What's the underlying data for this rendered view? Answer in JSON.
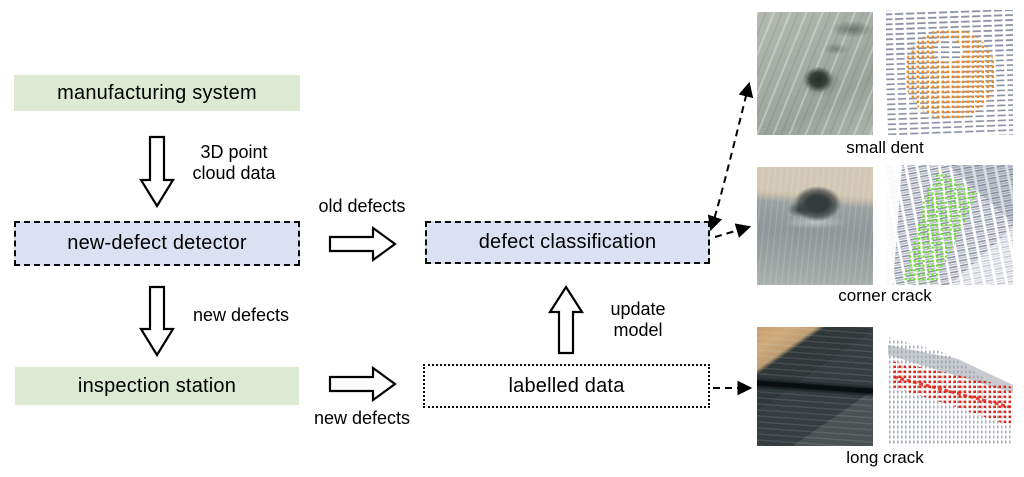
{
  "figure": {
    "nodes": {
      "manufacturing_system": "manufacturing system",
      "new_defect_detector": "new-defect detector",
      "defect_classification": "defect classification",
      "inspection_station": "inspection station",
      "labelled_data": "labelled data"
    },
    "edge_labels": {
      "cloud_line1": "3D point",
      "cloud_line2": "cloud data",
      "old_defects": "old defects",
      "new_defects_down": "new defects",
      "update_line1": "update",
      "update_line2": "model",
      "new_defects_right": "new defects"
    },
    "examples": [
      {
        "label": "small dent",
        "accent": "#f08a1e"
      },
      {
        "label": "corner crack",
        "accent": "#6fe32a"
      },
      {
        "label": "long crack",
        "accent": "#e3261a"
      }
    ],
    "colors": {
      "node_green": "#ddead3",
      "node_blue": "#dae1f3",
      "outline": "#000000"
    }
  }
}
